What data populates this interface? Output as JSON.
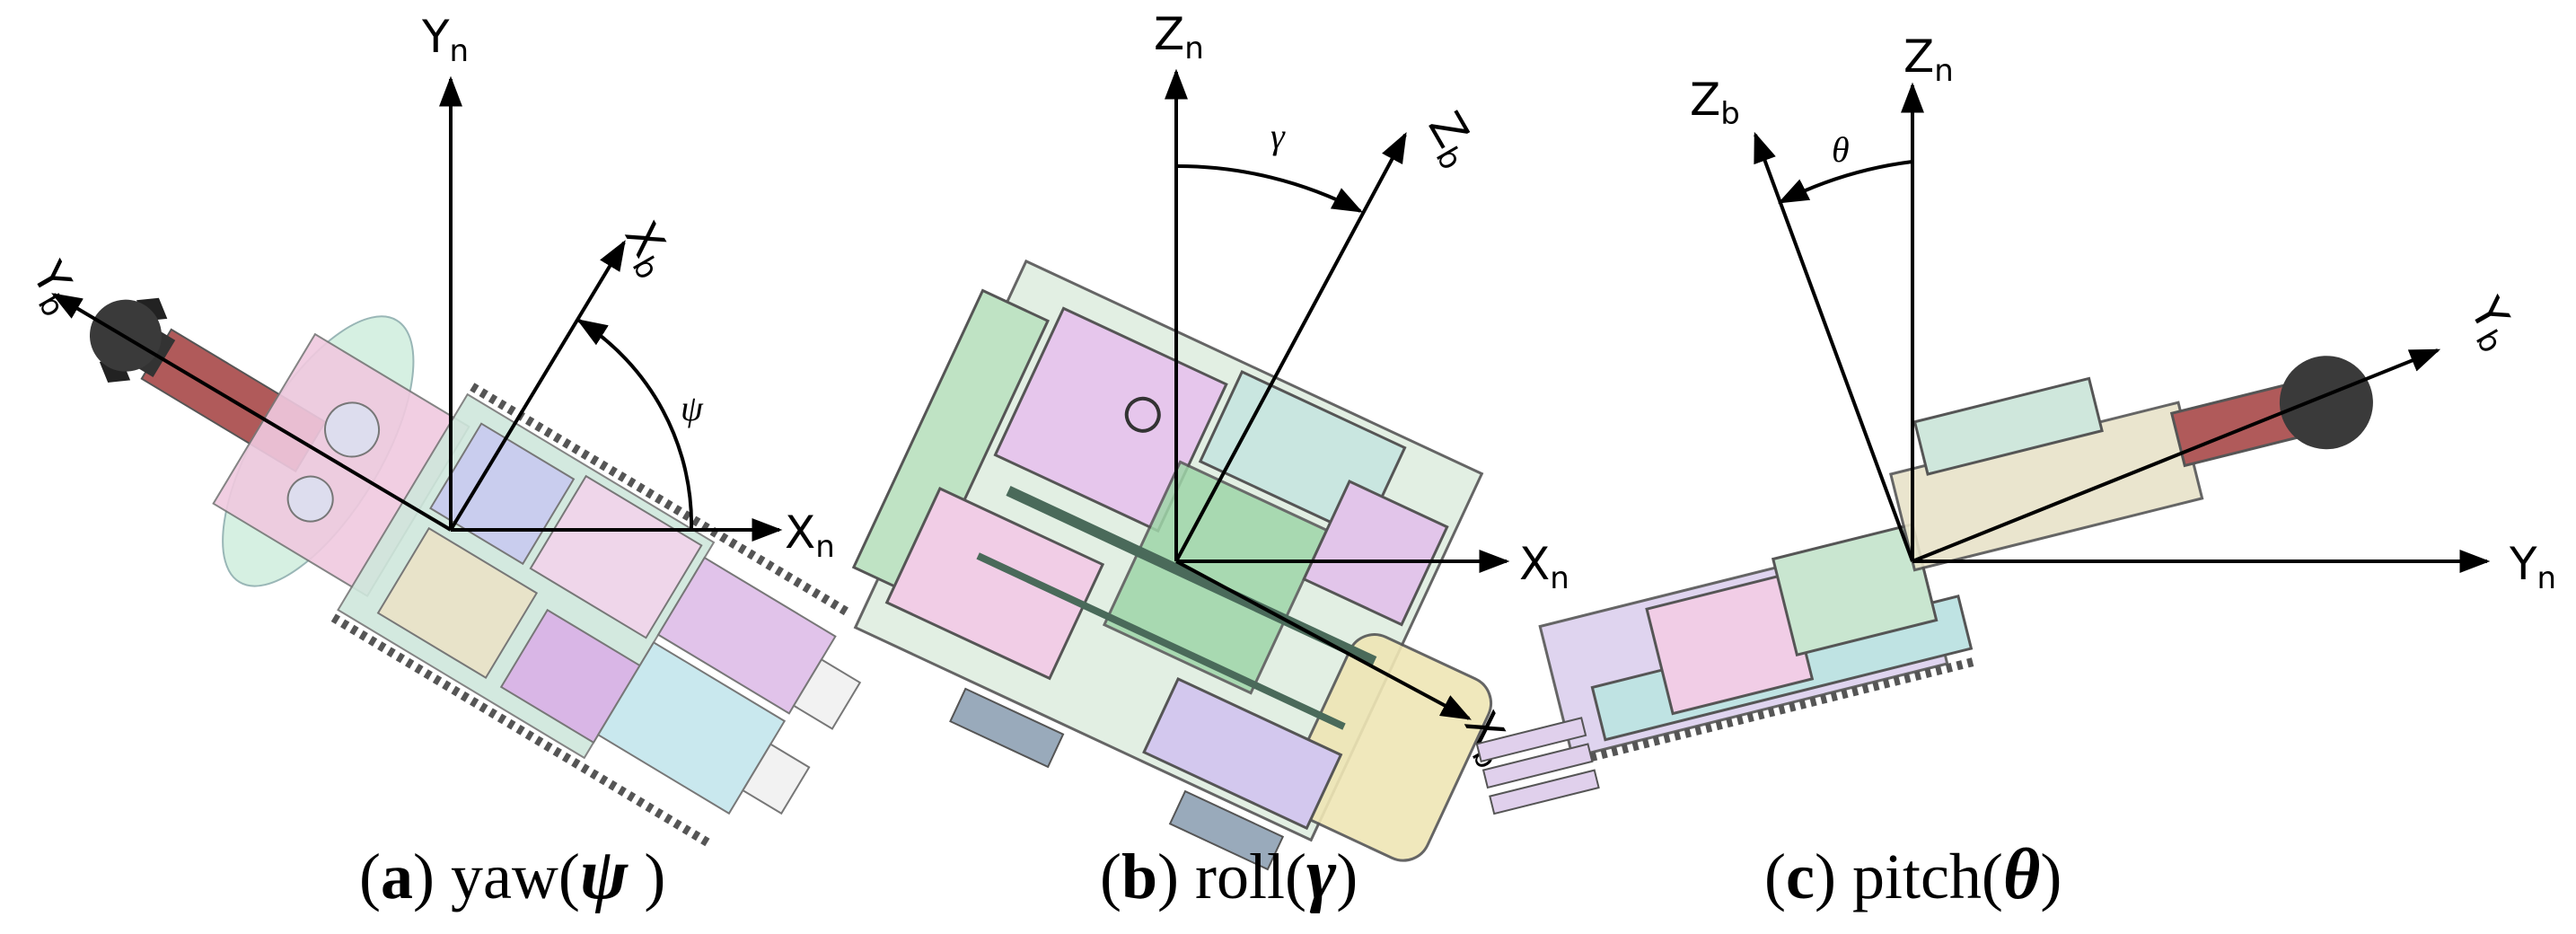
{
  "panels": {
    "a": {
      "axes": {
        "yn": {
          "main": "Y",
          "sub": "n"
        },
        "xn": {
          "main": "X",
          "sub": "n"
        },
        "xb": {
          "main": "X",
          "sub": "b"
        },
        "yb": {
          "main": "Y",
          "sub": "b"
        }
      },
      "angle_symbol": "ψ",
      "caption": {
        "open": "(",
        "letter": "a",
        "close": ")",
        "word": " yaw(",
        "symbol": "ψ",
        "end": " )"
      }
    },
    "b": {
      "axes": {
        "zn": {
          "main": "Z",
          "sub": "n"
        },
        "zb": {
          "main": "Z",
          "sub": "b"
        },
        "xn": {
          "main": "X",
          "sub": "n"
        },
        "xb": {
          "main": "X",
          "sub": "b"
        }
      },
      "angle_symbol": "γ",
      "caption": {
        "open": "(",
        "letter": "b",
        "close": ")",
        "word": " roll(",
        "symbol": "γ",
        "end": ")"
      }
    },
    "c": {
      "axes": {
        "zn": {
          "main": "Z",
          "sub": "n"
        },
        "zb": {
          "main": "Z",
          "sub": "b"
        },
        "yb": {
          "main": "Y",
          "sub": "b"
        },
        "yn": {
          "main": "Y",
          "sub": "n"
        }
      },
      "angle_symbol": "θ",
      "caption": {
        "open": "(",
        "letter": "c",
        "close": ")",
        "word": " pitch(",
        "symbol": "θ",
        "end": ")"
      }
    }
  }
}
